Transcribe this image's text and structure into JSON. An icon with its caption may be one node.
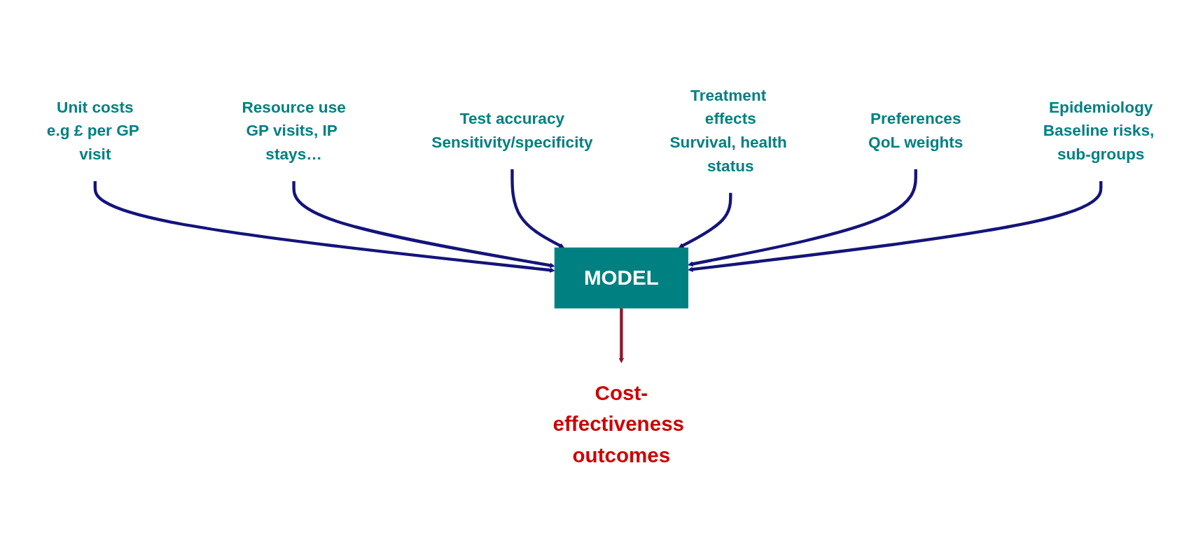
{
  "diagram": {
    "nodes": [
      {
        "text": [
          "Unit costs",
          "e.g £ per GP visit"
        ]
      },
      {
        "text": [
          "Resource use",
          "GP visits, IP stays…"
        ]
      },
      {
        "text": [
          "Test accuracy",
          "Sensitivity/specificity"
        ]
      },
      {
        "text": [
          "Treatment effects",
          "Survival, health status"
        ]
      },
      {
        "text": [
          "Preferences",
          "QoL weights"
        ]
      },
      {
        "text": [
          "Epidemiology",
          "Baseline risks, sub-groups"
        ]
      },
      {
        "text": [
          "MODEL"
        ]
      },
      {
        "text": [
          "Cost-effectiveness outcomes"
        ]
      }
    ],
    "edges": [
      {
        "from": 0,
        "to": 6,
        "arrow": "to"
      },
      {
        "from": 1,
        "to": 6,
        "arrow": "to"
      },
      {
        "from": 2,
        "to": 6,
        "arrow": "to"
      },
      {
        "from": 3,
        "to": 6,
        "arrow": "to"
      },
      {
        "from": 4,
        "to": 6,
        "arrow": "to"
      },
      {
        "from": 5,
        "to": 6,
        "arrow": "to"
      },
      {
        "from": 6,
        "to": 7,
        "arrow": "to",
        "color": "#8b1a2b"
      }
    ]
  }
}
